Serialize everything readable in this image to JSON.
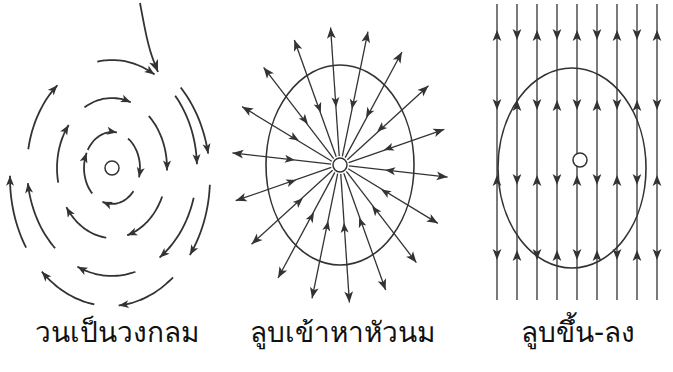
{
  "diagram": {
    "labels": [
      "วนเป็นวงกลม",
      "ลูบเข้าหาหัวนม",
      "ลูบขึ้น-ลง"
    ]
  }
}
